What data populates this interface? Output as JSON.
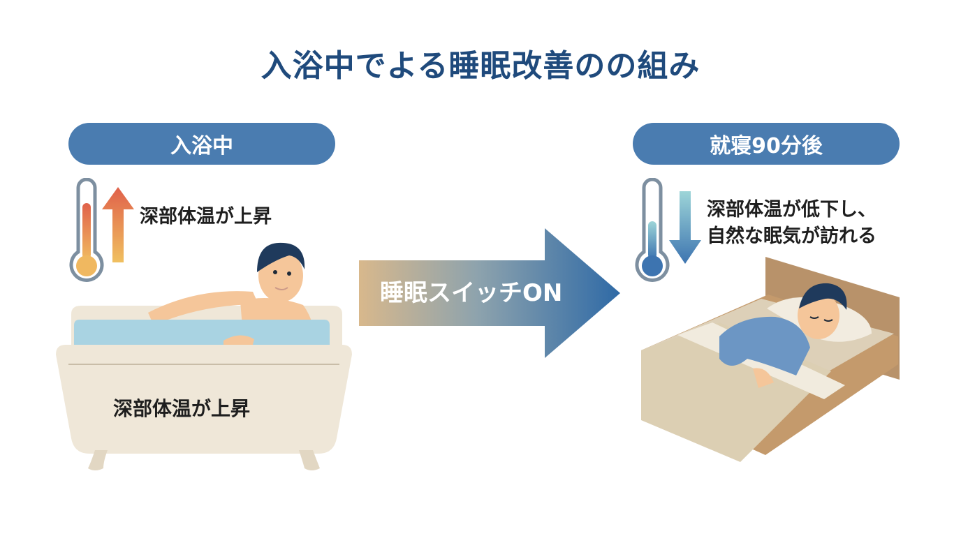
{
  "title": "入浴中でよる睡眠改善のの組み",
  "left_panel": {
    "header": "入浴中",
    "caption": "深部体温が上昇",
    "tub_caption": "深部体温が上昇",
    "thermometer_state": "rising",
    "arrow_direction": "up"
  },
  "center": {
    "arrow_label": "睡眠スイッチON"
  },
  "right_panel": {
    "header": "就寝90分後",
    "caption_line1": "深部体温が低下し、",
    "caption_line2": "自然な眠気が訪れる",
    "thermometer_state": "falling",
    "arrow_direction": "down"
  },
  "colors": {
    "title": "#1f4a7c",
    "pill": "#4a7cb0",
    "warm_top": "#e0614a",
    "warm_bottom": "#f0b860",
    "cool_top": "#9dd5d8",
    "cool_bottom": "#3d74b0",
    "arrow_start": "#d8b88c",
    "arrow_end": "#2f6aa6"
  }
}
